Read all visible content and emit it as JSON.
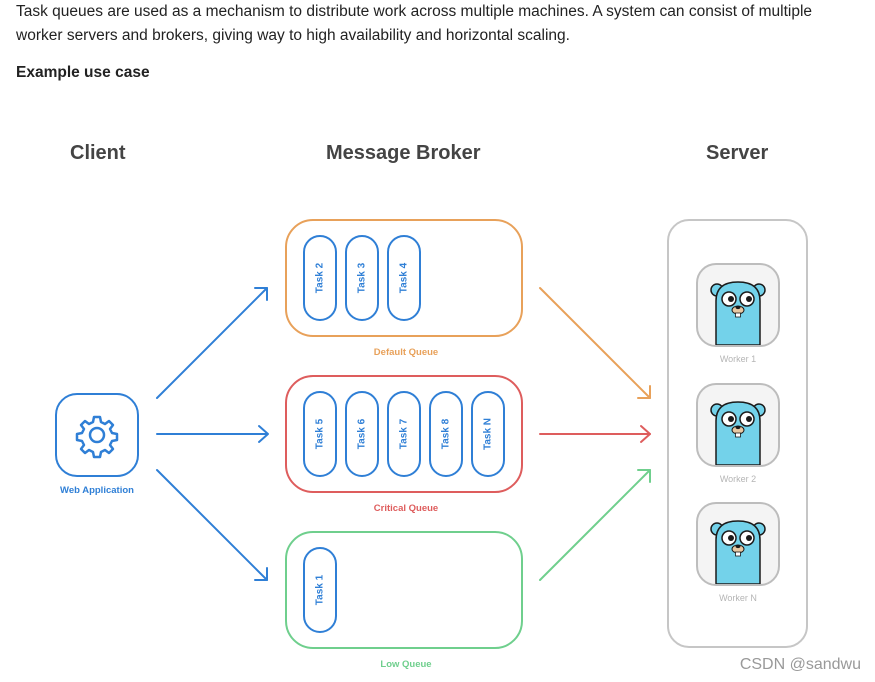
{
  "intro": {
    "paragraph": "Task queues are used as a mechanism to distribute work across multiple machines. A system can consist of multiple worker servers and brokers, giving way to high availability and horizontal scaling.",
    "subheading": "Example use case"
  },
  "diagram": {
    "columns": {
      "client": "Client",
      "broker": "Message Broker",
      "server": "Server"
    },
    "client": {
      "label": "Web Application",
      "icon": "gear-icon",
      "color": "#2f7fd6"
    },
    "queues": [
      {
        "name": "Default Queue",
        "color": "#e8a15a",
        "tasks": [
          "Task 2",
          "Task 3",
          "Task 4"
        ]
      },
      {
        "name": "Critical Queue",
        "color": "#de5d5d",
        "tasks": [
          "Task 5",
          "Task 6",
          "Task 7",
          "Task 8",
          "Task N"
        ]
      },
      {
        "name": "Low Queue",
        "color": "#6fcf8d",
        "tasks": [
          "Task 1"
        ]
      }
    ],
    "workers": [
      {
        "label": "Worker 1",
        "icon": "gopher-icon"
      },
      {
        "label": "Worker 2",
        "icon": "gopher-icon"
      },
      {
        "label": "Worker N",
        "icon": "gopher-icon"
      }
    ],
    "colors": {
      "task_pill": "#2f7fd6",
      "server_frame": "#c6c6c6",
      "worker_label": "#b5b5b5",
      "gopher_body": "#73d2ea"
    }
  },
  "watermark": "CSDN @sandwu"
}
